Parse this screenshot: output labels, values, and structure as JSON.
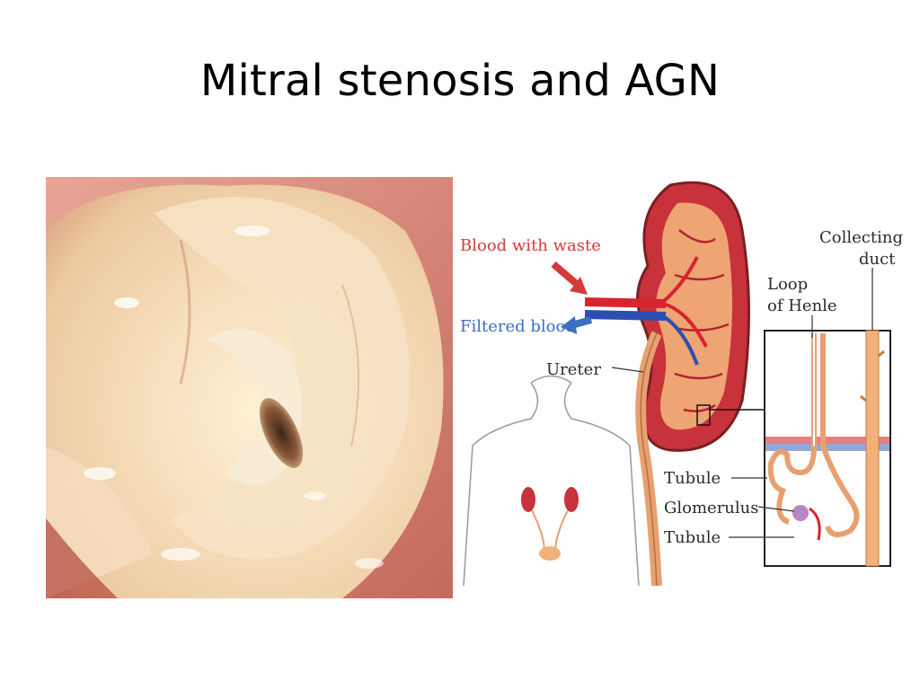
{
  "slide": {
    "title": "Mitral stenosis and AGN"
  },
  "photo": {
    "subject": "mitral-valve-photo"
  },
  "diagram": {
    "labels": {
      "blood_with_waste": "Blood with waste",
      "filtered_blood": "Filtered blood",
      "ureter": "Ureter",
      "collecting_duct_line1": "Collecting",
      "collecting_duct_line2": "duct",
      "loop_line1": "Loop",
      "loop_line2": "of Henle",
      "tubule_top": "Tubule",
      "glomerulus": "Glomerulus",
      "tubule_bottom": "Tubule"
    },
    "colors": {
      "blood_with_waste": "#d43a3a",
      "filtered_blood": "#3b6fc4",
      "kidney": "#c8323a",
      "artery": "#d8242c",
      "vein": "#2b4fb0",
      "tissue": "#f2b07a"
    }
  }
}
